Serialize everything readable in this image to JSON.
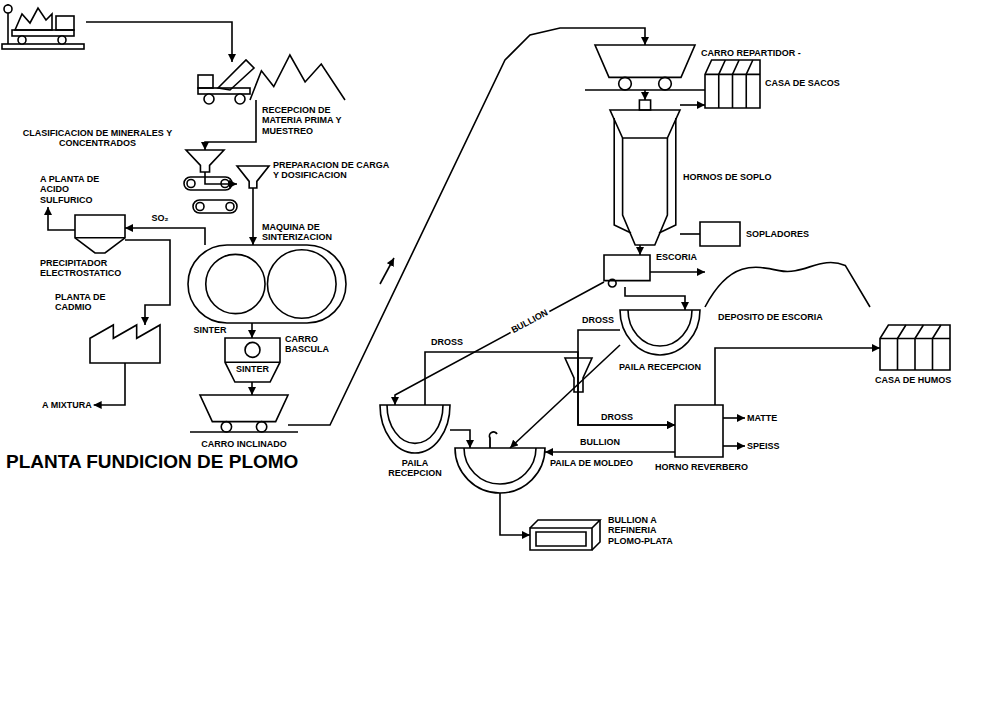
{
  "diagram": {
    "title": "PLANTA FUNDICION DE PLOMO",
    "nodes": [
      {
        "text": [
          "RECEPCION DE MATERIA PRIMA Y MUESTREO"
        ]
      },
      {
        "text": [
          "CLASIFICACION DE MINERALES Y CONCENTRADOS"
        ]
      },
      {
        "text": [
          "PREPARACION DE CARGA Y DOSIFICACION"
        ]
      },
      {
        "text": [
          "MAQUINA DE SINTERIZACION"
        ]
      },
      {
        "text": [
          "A PLANTA DE ACIDO SULFURICO"
        ]
      },
      {
        "text": [
          "PRECIPITADOR ELECTROSTATICO"
        ]
      },
      {
        "text": [
          "PLANTA DE CADMIO"
        ]
      },
      {
        "text": [
          "A MIXTURA"
        ]
      },
      {
        "text": [
          "CARRO BASCULA",
          "SINTER"
        ]
      },
      {
        "text": [
          "CARRO INCLINADO"
        ]
      },
      {
        "text": [
          "CARRO REPARTIDOR -"
        ]
      },
      {
        "text": [
          "CASA DE SACOS"
        ]
      },
      {
        "text": [
          "HORNOS DE SOPLO"
        ]
      },
      {
        "text": [
          "SOPLADORES"
        ]
      },
      {
        "text": [
          "ESCORIA"
        ]
      },
      {
        "text": [
          "DEPOSITO DE ESCORIA"
        ]
      },
      {
        "text": [
          "PAILA RECEPCION"
        ]
      },
      {
        "text": [
          "PAILA RECEPCION"
        ]
      },
      {
        "text": [
          "HORNO REVERBERO"
        ]
      },
      {
        "text": [
          "CASA DE HUMOS"
        ]
      },
      {
        "text": [
          "MATTE"
        ]
      },
      {
        "text": [
          "SPEISS"
        ]
      },
      {
        "text": [
          "PAILA DE MOLDEO"
        ]
      },
      {
        "text": [
          "BULLION A REFINERIA PLOMO-PLATA"
        ]
      }
    ],
    "edges": [
      {
        "from": 0,
        "to": 1,
        "arrow": "to"
      },
      {
        "from": 1,
        "to": 2,
        "arrow": "to"
      },
      {
        "from": 2,
        "to": 3,
        "arrow": "to"
      },
      {
        "from": 3,
        "to": 5,
        "label": "SO₂",
        "arrow": "to"
      },
      {
        "from": 5,
        "to": 4,
        "arrow": "to"
      },
      {
        "from": 5,
        "to": 6,
        "arrow": "to"
      },
      {
        "from": 6,
        "to": 7,
        "arrow": "to"
      },
      {
        "from": 3,
        "to": 8,
        "label": "SINTER",
        "arrow": "to"
      },
      {
        "from": 8,
        "to": 9,
        "arrow": "to"
      },
      {
        "from": 9,
        "to": 10,
        "arrow": "to"
      },
      {
        "from": 10,
        "to": 12,
        "arrow": "to"
      },
      {
        "from": 12,
        "to": 11,
        "arrow": "to"
      },
      {
        "from": 13,
        "to": 12,
        "arrow": "none"
      },
      {
        "from": 12,
        "to": 14,
        "arrow": "to"
      },
      {
        "from": 14,
        "to": 15,
        "arrow": "to"
      },
      {
        "from": 14,
        "to": 17,
        "label": "BULLION",
        "arrow": "to"
      },
      {
        "from": 14,
        "to": 16,
        "arrow": "to"
      },
      {
        "from": 16,
        "to": 18,
        "label": "DROSS",
        "arrow": "to"
      },
      {
        "from": 17,
        "to": 18,
        "label": "DROSS",
        "arrow": "to"
      },
      {
        "from": 18,
        "to": 22,
        "label": "BULLION",
        "arrow": "to"
      },
      {
        "from": 16,
        "to": 22,
        "arrow": "to"
      },
      {
        "from": 17,
        "to": 22,
        "arrow": "to"
      },
      {
        "from": 18,
        "to": 19,
        "arrow": "to"
      },
      {
        "from": 18,
        "to": 20,
        "arrow": "to"
      },
      {
        "from": 18,
        "to": 21,
        "arrow": "to"
      },
      {
        "from": 22,
        "to": 23,
        "arrow": "to"
      }
    ],
    "labels": [
      "DROSS"
    ]
  }
}
